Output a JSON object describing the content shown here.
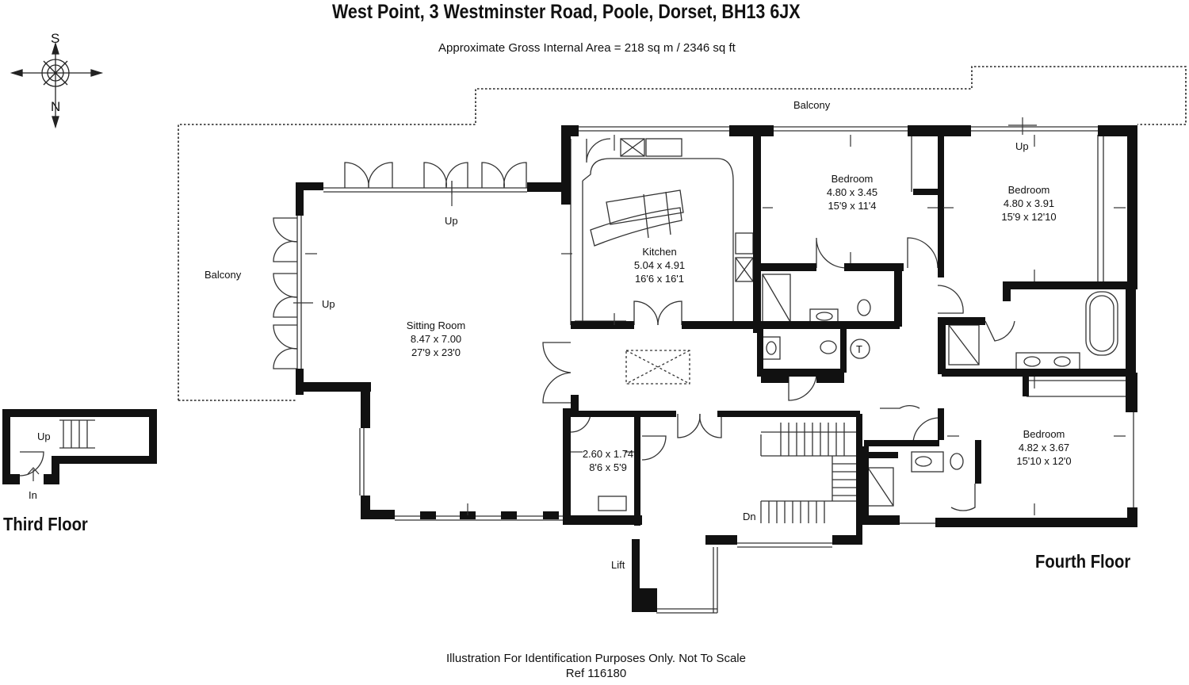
{
  "title": "West Point, 3 Westminster Road, Poole, Dorset, BH13 6JX",
  "area": "Approximate Gross Internal Area  = 218 sq m / 2346 sq ft",
  "compass": {
    "top": "S",
    "bottom": "N"
  },
  "rooms": {
    "sitting": {
      "name": "Sitting Room",
      "metric": "8.47 x 7.00",
      "imperial": "27'9 x 23'0"
    },
    "kitchen": {
      "name": "Kitchen",
      "metric": "5.04 x 4.91",
      "imperial": "16'6 x 16'1"
    },
    "bedroom1": {
      "name": "Bedroom",
      "metric": "4.80 x 3.45",
      "imperial": "15'9 x 11'4"
    },
    "bedroom2": {
      "name": "Bedroom",
      "metric": "4.80 x 3.91",
      "imperial": "15'9 x 12'10"
    },
    "bedroom3": {
      "name": "Bedroom",
      "metric": "4.82 x 3.67",
      "imperial": "15'10 x 12'0"
    },
    "utility": {
      "metric": "2.60 x 1.74",
      "imperial": "8'6 x 5'9"
    }
  },
  "labels": {
    "balcony_top": "Balcony",
    "balcony_left": "Balcony",
    "up_sitting_top": "Up",
    "up_sitting_left": "Up",
    "up_bed2": "Up",
    "up_third": "Up",
    "in": "In",
    "dn": "Dn",
    "lift": "Lift",
    "toilet": "T"
  },
  "floors": {
    "third": "Third Floor",
    "fourth": "Fourth Floor"
  },
  "footer": {
    "note": "Illustration For Identification Purposes Only. Not To Scale",
    "ref": "Ref  116180"
  }
}
